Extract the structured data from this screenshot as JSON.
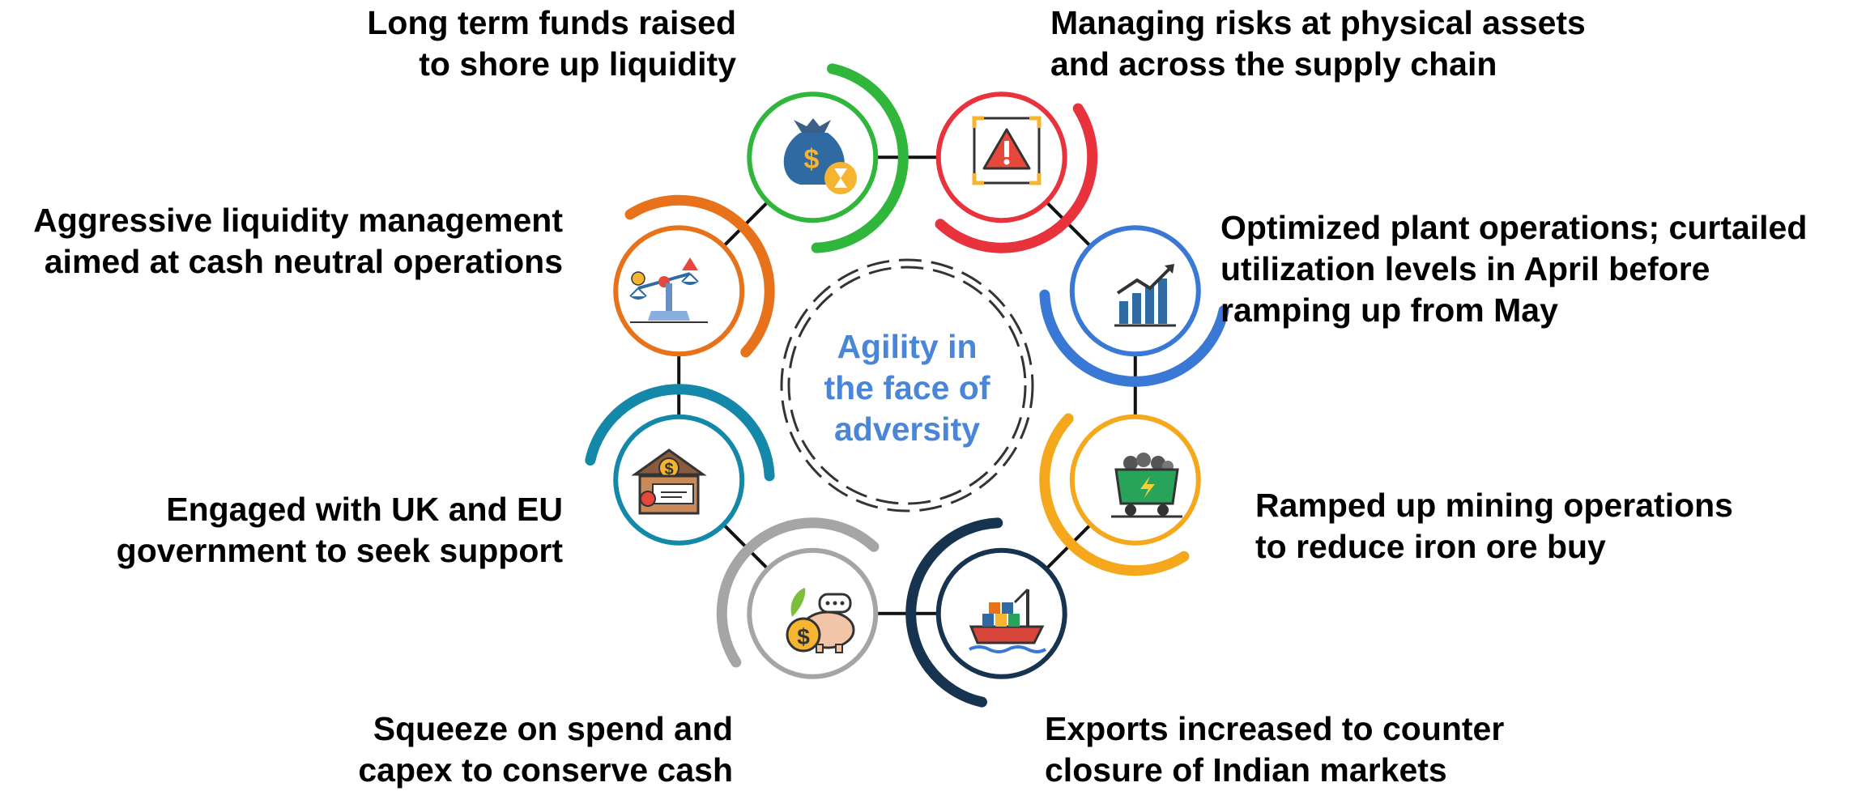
{
  "center": {
    "lines": [
      "Agility in",
      "the face of",
      "adversity"
    ],
    "color": "#4a86d8"
  },
  "nodes": [
    {
      "id": "funds",
      "icon": "money-bag-hourglass-icon",
      "color": "#2fb63b",
      "lines": [
        "Long term funds raised",
        "to shore up liquidity"
      ]
    },
    {
      "id": "risks",
      "icon": "warning-icon",
      "color": "#e8323c",
      "lines": [
        "Managing risks at physical assets",
        "and across the supply chain"
      ]
    },
    {
      "id": "plant",
      "icon": "rising-bar-chart-icon",
      "color": "#3a78d6",
      "lines": [
        "Optimized plant operations; curtailed",
        "utilization levels in April before",
        "ramping up from May"
      ]
    },
    {
      "id": "mining",
      "icon": "mine-cart-icon",
      "color": "#f5a81c",
      "lines": [
        "Ramped up mining operations",
        "to reduce iron ore buy"
      ]
    },
    {
      "id": "exports",
      "icon": "cargo-ship-icon",
      "color": "#163350",
      "lines": [
        "Exports increased to counter",
        "closure of Indian markets"
      ]
    },
    {
      "id": "spend",
      "icon": "piggy-bank-icon",
      "color": "#a5a5a5",
      "lines": [
        "Squeeze on spend and",
        "capex to conserve cash"
      ]
    },
    {
      "id": "govt",
      "icon": "government-support-icon",
      "color": "#1388a8",
      "lines": [
        "Engaged with UK and EU",
        "government to seek support"
      ]
    },
    {
      "id": "liquidity",
      "icon": "balance-scale-icon",
      "color": "#e8721b",
      "lines": [
        "Aggressive liquidity management",
        "aimed at cash neutral operations"
      ]
    }
  ]
}
